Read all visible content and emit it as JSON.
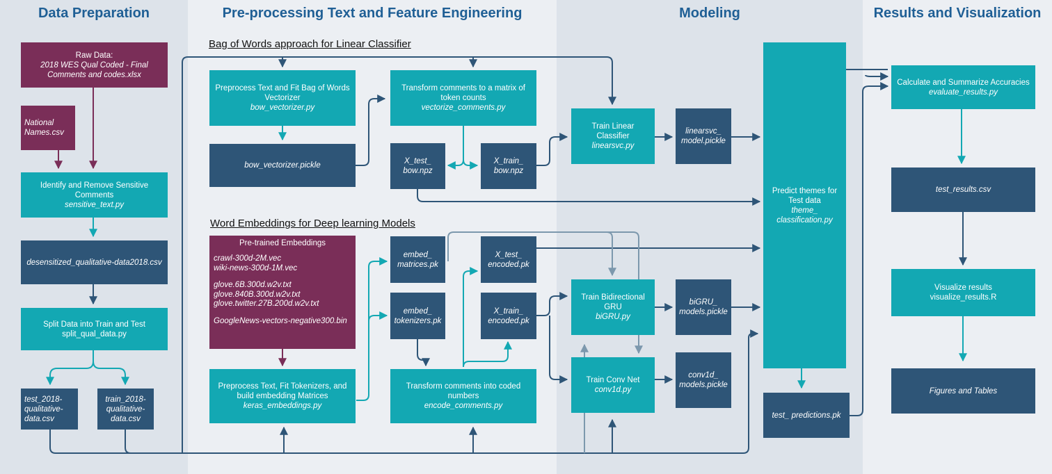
{
  "columns": [
    {
      "title": "Data Preparation"
    },
    {
      "title": "Pre-processing Text and Feature Engineering"
    },
    {
      "title": "Modeling"
    },
    {
      "title": "Results and Visualization"
    }
  ],
  "sections": {
    "bow": "Bag of Words approach for Linear Classifier",
    "embed": "Word Embeddings for Deep learning Models"
  },
  "boxes": {
    "raw_data": {
      "title": "Raw Data:",
      "file": "2018 WES Qual Coded - Final Comments and codes.xlsx"
    },
    "national_names": {
      "file": "National Names.csv"
    },
    "sensitive": {
      "title": "Identify and Remove Sensitive Comments",
      "file": "sensitive_text.py"
    },
    "desensitized": {
      "file": "desensitized_qualitative-data2018.csv"
    },
    "split": {
      "title": "Split Data into Train and Test",
      "file": "split_qual_data.py"
    },
    "test_csv": {
      "file": "test_2018-qualitative-data.csv"
    },
    "train_csv": {
      "file": "train_2018-qualitative-data.csv"
    },
    "bow_fit": {
      "title": "Preprocess Text and Fit Bag of Words Vectorizer",
      "file": "bow_vectorizer.py"
    },
    "bow_pickle": {
      "file": "bow_vectorizer.pickle"
    },
    "transform_counts": {
      "title": "Transform comments to a matrix of token counts",
      "file": "vectorize_comments.py"
    },
    "x_test_bow": {
      "file": "X_test_ bow.npz"
    },
    "x_train_bow": {
      "file": "X_train_ bow.npz"
    },
    "pretrained": {
      "title": "Pre-trained Embeddings",
      "group1": [
        "crawl-300d-2M.vec",
        "wiki-news-300d-1M.vec"
      ],
      "group2": [
        "glove.6B.300d.w2v.txt",
        "glove.840B.300d.w2v.txt",
        "glove.twitter.27B.200d.w2v.txt"
      ],
      "group3": [
        "GoogleNews-vectors-negative300.bin"
      ]
    },
    "keras_fit": {
      "title": "Preprocess Text, Fit Tokenizers, and build embedding Matrices",
      "file": "keras_embeddings.py"
    },
    "embed_matrices": {
      "file": "embed_ matrices.pk"
    },
    "embed_tokenizers": {
      "file": "embed_ tokenizers.pk"
    },
    "x_test_encoded": {
      "file": "X_test_ encoded.pk"
    },
    "x_train_encoded": {
      "file": "X_train_ encoded.pk"
    },
    "transform_coded": {
      "title": "Transform comments into coded numbers",
      "file": "encode_comments.py"
    },
    "train_linear": {
      "title": "Train Linear Classifier",
      "file": "linearsvc.py"
    },
    "linearsvc_model": {
      "file": "linearsvc_ model.pickle"
    },
    "train_bigru": {
      "title": "Train Bidirectional GRU",
      "file": "biGRU.py"
    },
    "bigru_models": {
      "file": "biGRU_ models.pickle"
    },
    "train_conv": {
      "title": "Train Conv Net",
      "file": "conv1d.py"
    },
    "conv1d_models": {
      "file": "conv1d_ models.pickle"
    },
    "predict": {
      "title": "Predict themes for Test data",
      "file": "theme_ classification.py"
    },
    "test_predictions": {
      "file": "test_ predictions.pk"
    },
    "calc_acc": {
      "title": "Calculate and Summarize Accuracies",
      "file": "evaluate_results.py"
    },
    "test_results": {
      "file": "test_results.csv"
    },
    "visualize": {
      "title": "Visualize results",
      "file": "visualize_results.R"
    },
    "figures": {
      "file": "Figures and Tables"
    }
  },
  "colors": {
    "teal": "#13a8b3",
    "navy": "#2e5577",
    "plum": "#7a2e58",
    "title_blue": "#1f5f95",
    "panel_dark": "#dde3ea",
    "panel_light": "#eceff3",
    "arrow_dark": "#2e5577",
    "arrow_teal": "#13a8b3",
    "arrow_plum": "#7a2e58",
    "arrow_gray": "#7c98ad"
  }
}
